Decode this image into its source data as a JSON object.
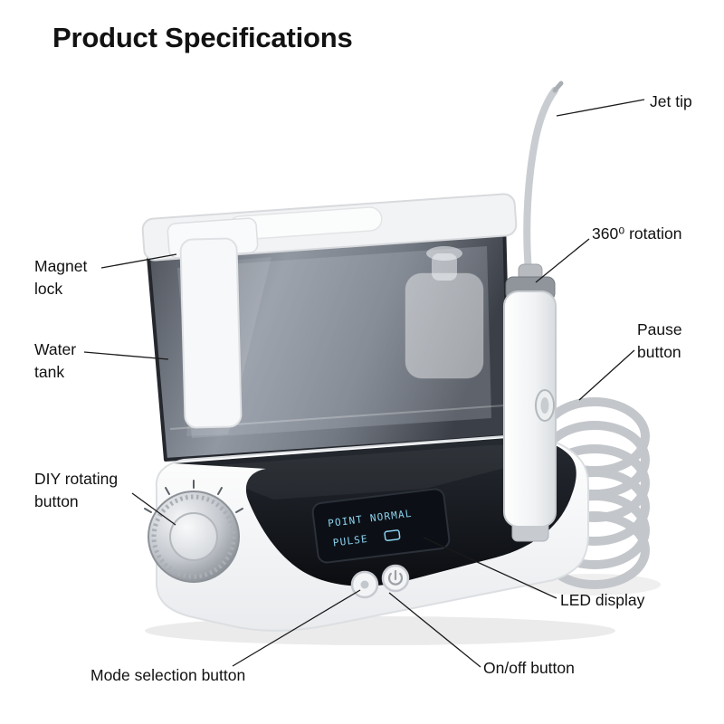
{
  "title": "Product Specifications",
  "callouts": {
    "jet_tip": {
      "label": "Jet tip"
    },
    "rotation": {
      "label": "360⁰ rotation"
    },
    "magnet_lock": {
      "line1": "Magnet",
      "line2": "lock"
    },
    "water_tank": {
      "line1": "Water",
      "line2": "tank"
    },
    "pause_button": {
      "line1": "Pause",
      "line2": "button"
    },
    "diy_rotating_button": {
      "line1": "DIY rotating",
      "line2": "button"
    },
    "led_display": {
      "label": "LED display"
    },
    "mode_selection_button": {
      "label": "Mode selection button"
    },
    "on_off_button": {
      "label": "On/off button"
    }
  },
  "device": {
    "display": {
      "point": "POINT",
      "normal": "NORMAL",
      "pulse": "PULSE"
    }
  },
  "colors": {
    "label_text": "#111111",
    "led_text": "#8bd2ee",
    "display_panel": "#0c1016"
  }
}
